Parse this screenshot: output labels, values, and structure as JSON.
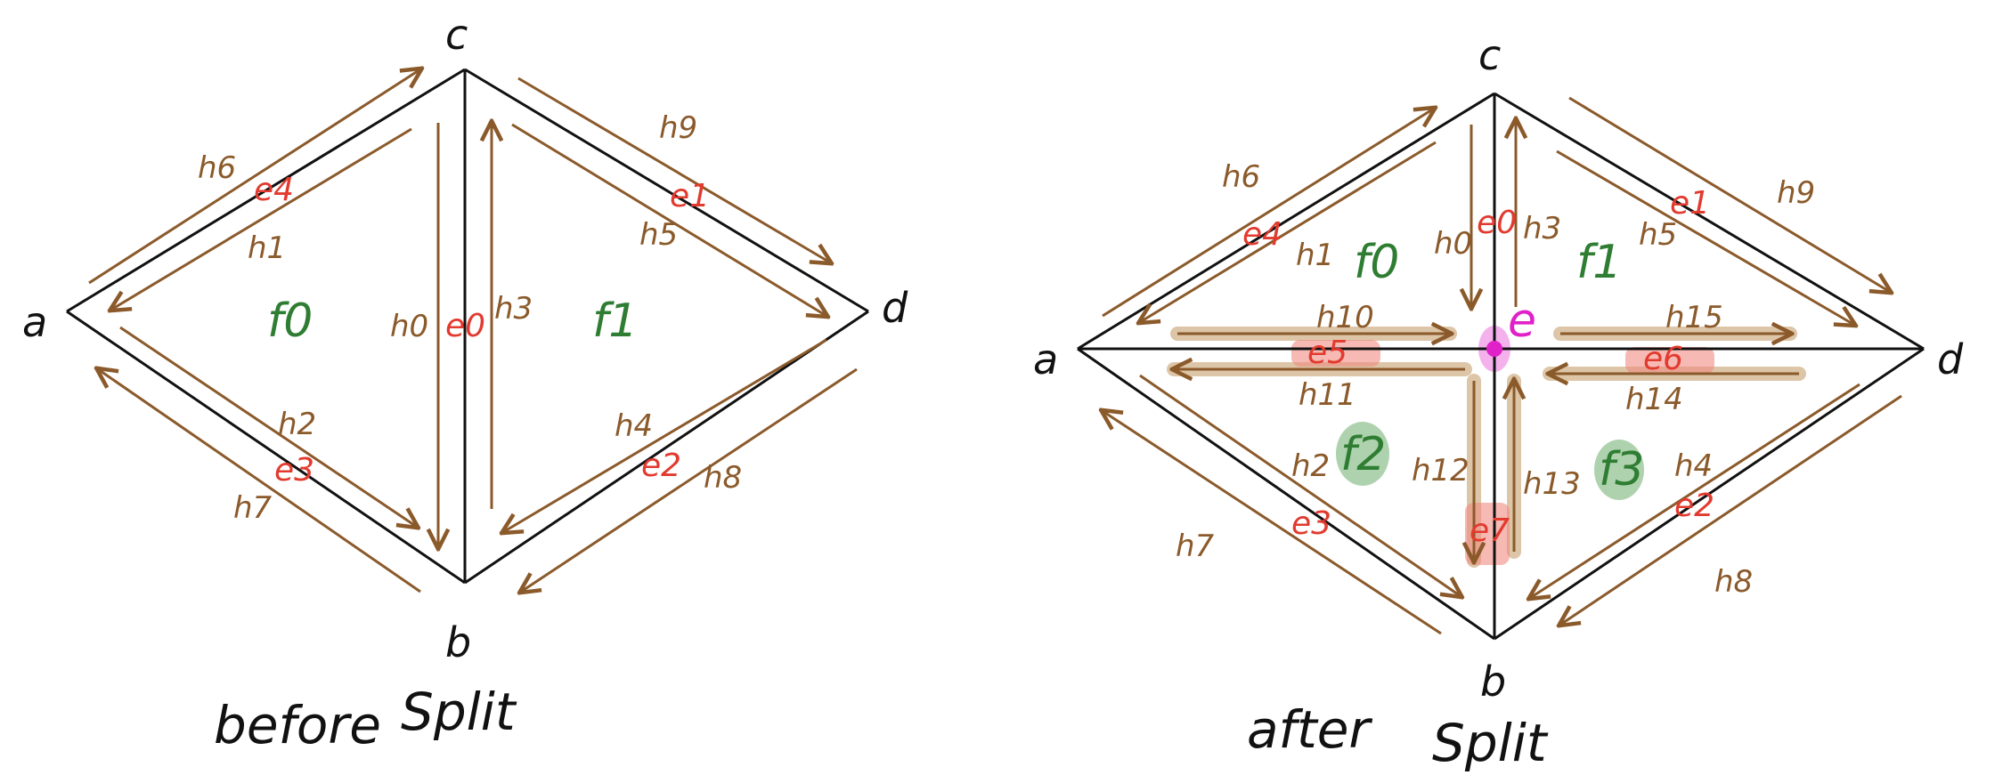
{
  "colors": {
    "edge": "#111111",
    "halfedge": "#8B5A2B",
    "edge_label": "#E23A2E",
    "face_label": "#2E7D32",
    "new_vertex": "#E020C8",
    "highlight_halfedge": "#C8A070",
    "highlight_edge": "#F08A80",
    "highlight_face": "#8CBF8C"
  },
  "before": {
    "caption_before": "before",
    "caption_split": "Split",
    "vertices": {
      "a": "a",
      "b": "b",
      "c": "c",
      "d": "d"
    },
    "faces": {
      "f0": "f0",
      "f1": "f1"
    },
    "edges": {
      "e0": "e0",
      "e1": "e1",
      "e2": "e2",
      "e3": "e3",
      "e4": "e4"
    },
    "halfedges": {
      "h0": "h0",
      "h1": "h1",
      "h2": "h2",
      "h3": "h3",
      "h4": "h4",
      "h5": "h5",
      "h6": "h6",
      "h7": "h7",
      "h8": "h8",
      "h9": "h9"
    }
  },
  "after": {
    "caption_after": "after",
    "caption_split": "Split",
    "vertices": {
      "a": "a",
      "b": "b",
      "c": "c",
      "d": "d",
      "e": "e"
    },
    "faces": {
      "f0": "f0",
      "f1": "f1",
      "f2": "f2",
      "f3": "f3"
    },
    "edges": {
      "e0": "e0",
      "e1": "e1",
      "e2": "e2",
      "e3": "e3",
      "e4": "e4",
      "e5": "e5",
      "e6": "e6",
      "e7": "e7"
    },
    "halfedges": {
      "h0": "h0",
      "h1": "h1",
      "h2": "h2",
      "h3": "h3",
      "h4": "h4",
      "h5": "h5",
      "h6": "h6",
      "h7": "h7",
      "h8": "h8",
      "h9": "h9",
      "h10": "h10",
      "h11": "h11",
      "h12": "h12",
      "h13": "h13",
      "h14": "h14",
      "h15": "h15"
    }
  }
}
